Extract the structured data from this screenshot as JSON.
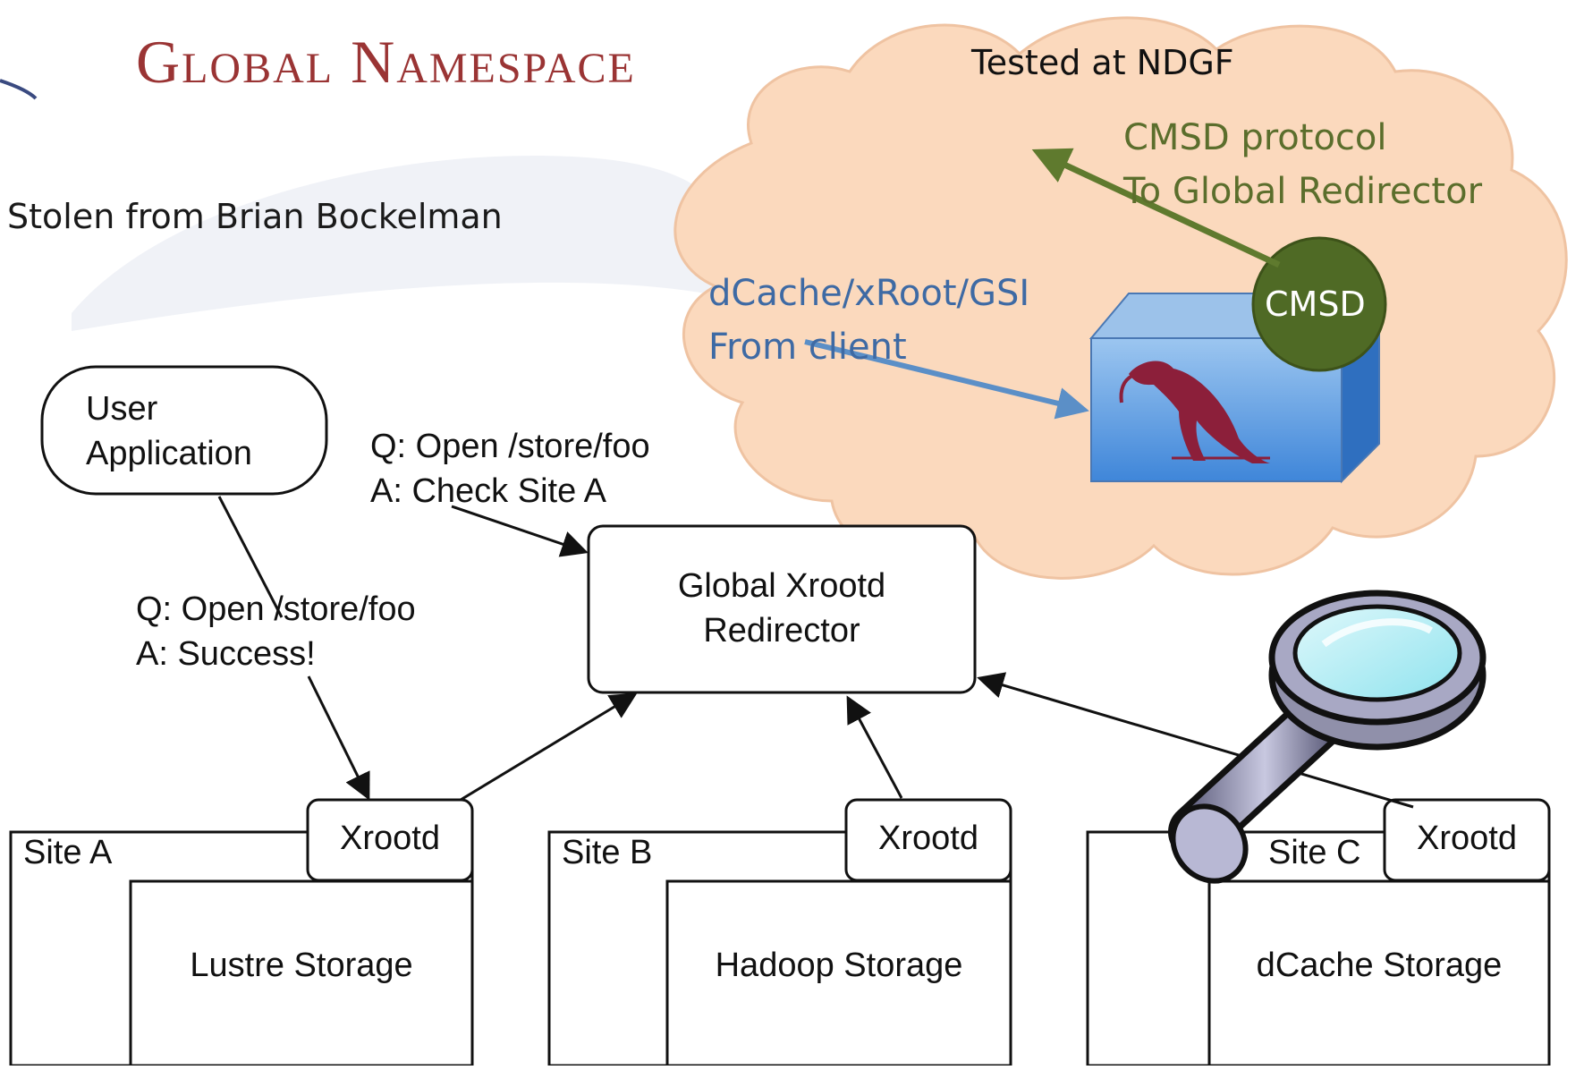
{
  "slide": {
    "title": "Global Namespace",
    "credit": "Stolen from Brian Bockelman",
    "tested": "Tested at NDGF"
  },
  "cloud": {
    "cmsd_protocol_line1": "CMSD protocol",
    "cmsd_protocol_line2": "To Global Redirector",
    "client_protocol_line1": "dCache/xRoot/GSI",
    "client_protocol_line2": "From client",
    "cmsd_badge": "CMSD"
  },
  "diagram": {
    "user_app_line1": "User",
    "user_app_line2": "Application",
    "query1_line1": "Q: Open /store/foo",
    "query1_line2": "A: Check Site A",
    "query2_line1": "Q: Open /store/foo",
    "query2_line2": "A: Success!",
    "redirector_line1": "Global Xrootd",
    "redirector_line2": "Redirector",
    "sites": [
      {
        "name": "Site A",
        "xrootd": "Xrootd",
        "storage": "Lustre Storage"
      },
      {
        "name": "Site B",
        "xrootd": "Xrootd",
        "storage": "Hadoop Storage"
      },
      {
        "name": "Site C",
        "xrootd": "Xrootd",
        "storage": "dCache Storage"
      }
    ]
  },
  "colors": {
    "title": "#9a3434",
    "cloud_fill": "#fbd9bd",
    "cloud_stroke": "#e8b99a",
    "cmsd_arrow": "#5f7a2e",
    "client_arrow": "#5b8fc7",
    "cmsd_circle": "#4f6a25",
    "box_blue": "#4f8fd6"
  },
  "icons": [
    "magnifier-icon",
    "ibis-bird-icon",
    "cube-server-icon"
  ]
}
